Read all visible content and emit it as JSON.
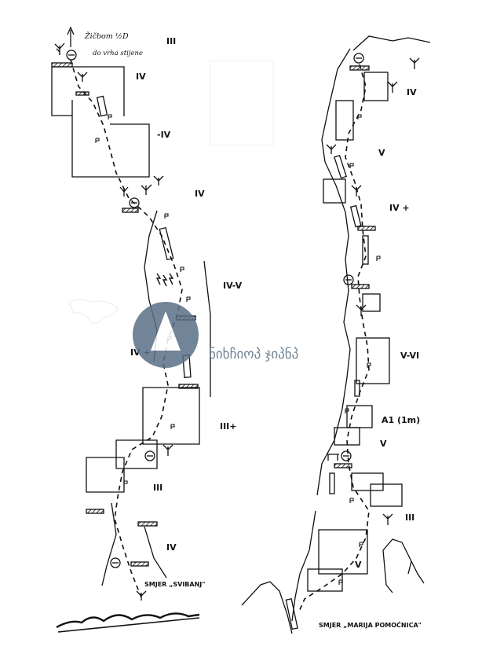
{
  "left_topo": {
    "top_note": {
      "line1": "Žičbom ½D",
      "line2": "do vrha stijene"
    },
    "grades": [
      "III",
      "IV",
      "-IV",
      "IV",
      "IV-V",
      "IV +",
      "III+",
      "III",
      "IV"
    ],
    "start_label": "SMJER „SVIBANJ\""
  },
  "right_topo": {
    "grades": [
      "IV",
      "V",
      "IV +",
      "V-VI",
      "A1 (1m)",
      "V",
      "III",
      "V"
    ],
    "start_label": "SMJER „MARIJA POMOĆNICA\""
  },
  "watermark": {
    "text": "ნიხჩიოპ ჯიპნპ",
    "color": "#5a6f86"
  },
  "colors": {
    "ink": "#111111",
    "paper": "#ffffff",
    "watermark": "#5a6f86"
  }
}
